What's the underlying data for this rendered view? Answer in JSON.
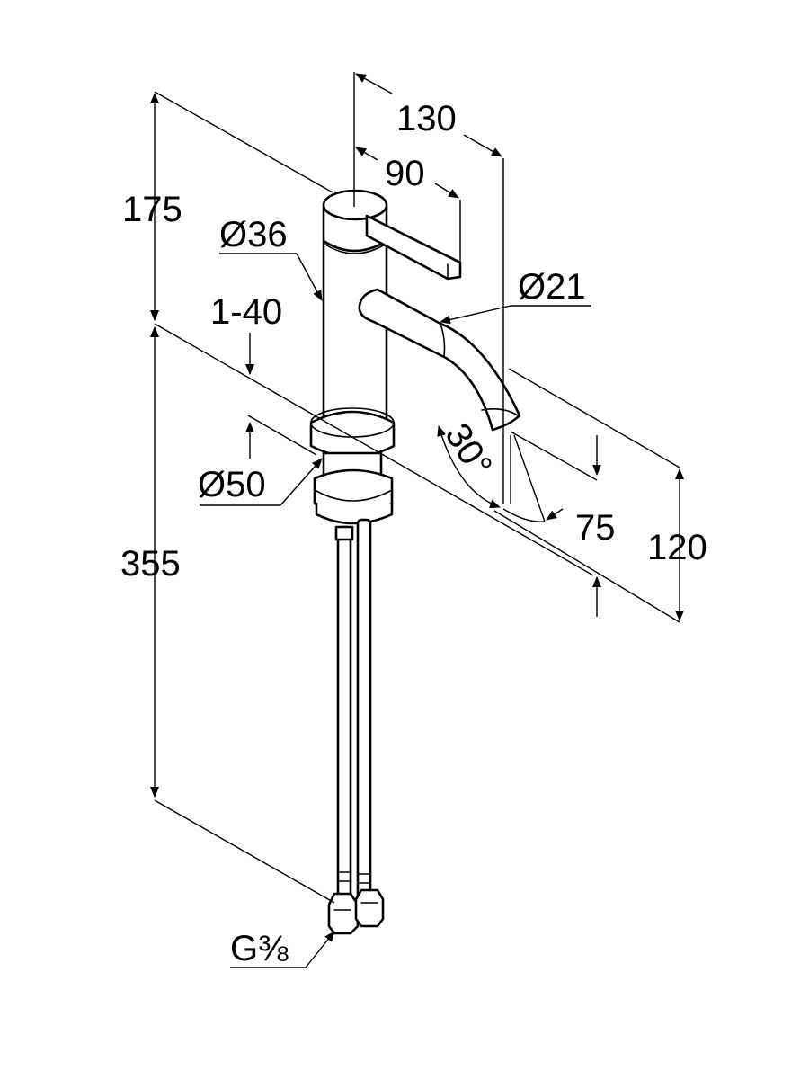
{
  "dimensions": {
    "spout_reach": "130",
    "lever_length": "90",
    "total_height": "175",
    "body_diameter": "Ø36",
    "deck_thickness": "1-40",
    "spout_diameter": "Ø21",
    "spray_angle": "30°",
    "spout_height": "75",
    "outlet_height": "120",
    "base_diameter": "Ø50",
    "hose_length": "355",
    "connection_thread_main": "G",
    "connection_thread_fraction": "⅜"
  },
  "colors": {
    "line": "#000000",
    "background": "#ffffff"
  }
}
